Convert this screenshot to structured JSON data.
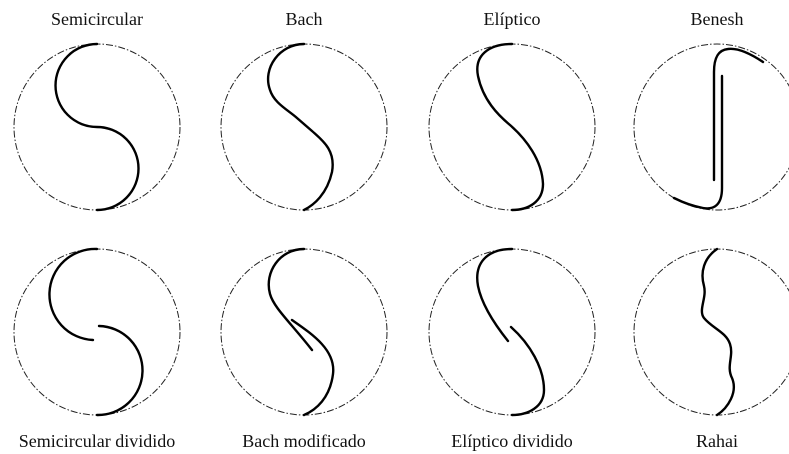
{
  "figure": {
    "panels": [
      {
        "label": "Semicircular",
        "shape": "semicircular"
      },
      {
        "label": "Bach",
        "shape": "bach"
      },
      {
        "label": "Elíptico",
        "shape": "eliptico"
      },
      {
        "label": "Benesh",
        "shape": "benesh"
      },
      {
        "label": "Semicircular dividido",
        "shape": "semicircular-dividido"
      },
      {
        "label": "Bach modificado",
        "shape": "bach-modificado"
      },
      {
        "label": "Elíptico dividido",
        "shape": "eliptico-dividido"
      },
      {
        "label": "Rahai",
        "shape": "rahai"
      }
    ],
    "colors": {
      "blade": "#000000",
      "rim": "#222222",
      "text": "#111111",
      "background": "#ffffff"
    }
  }
}
